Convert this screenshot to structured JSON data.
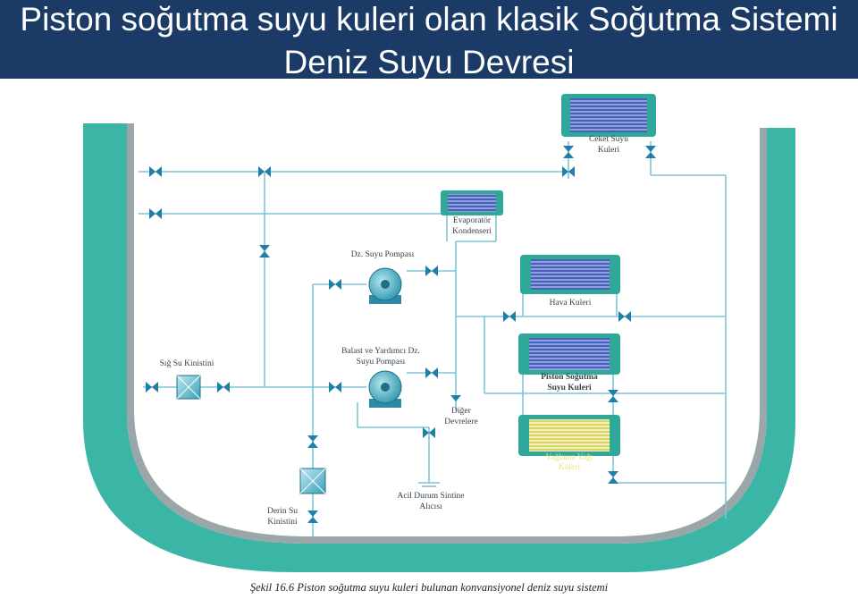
{
  "title": "Piston soğutma suyu kuleri olan klasik Soğutma Sistemi Deniz Suyu Devresi",
  "labels": {
    "ceket_l1": "Ceket Suyu",
    "ceket_l2": "Kuleri",
    "evap_l1": "Evaporatör",
    "evap_l2": "Kondenseri",
    "dz_pompa": "Dz. Suyu Pompası",
    "hava": "Hava Kuleri",
    "balast_l1": "Balast ve Yardımcı Dz.",
    "balast_l2": "Suyu Pompası",
    "sig": "Sığ Su Kinistini",
    "piston_l1": "Piston Soğutma",
    "piston_l2": "Suyu Kuleri",
    "diger_l1": "Diğer",
    "diger_l2": "Devrelere",
    "yaglama_l1": "Yağlama Yağı",
    "yaglama_l2": "Kuleri",
    "derin_l1": "Derin Su",
    "derin_l2": "Kinistini",
    "acil_l1": "Acil Durum Sintine",
    "acil_l2": "Alıcısı"
  },
  "caption": "Şekil 16.6 Piston soğutma suyu kuleri bulunan konvansiyonel deniz suyu sistemi",
  "colors": {
    "title_bg": "#1b3a66",
    "hull": "#3bb5a6",
    "hull_inner": "#9aa6a8",
    "pipe": "#7fc4d6",
    "valve": "#1f7fa8",
    "cooler_frame": "#2fa89a",
    "cooler_tubes_blue": "#5b74c6",
    "cooler_tubes_yellow": "#e6e28c"
  }
}
